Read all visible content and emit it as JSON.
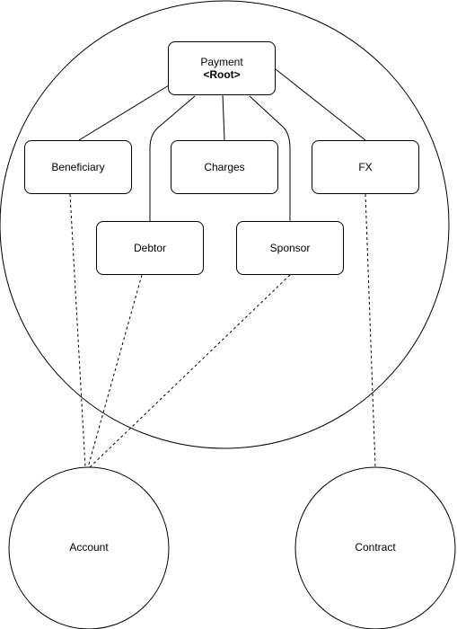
{
  "root": {
    "name": "Payment",
    "stereotype": "<Root>"
  },
  "entities": {
    "beneficiary": "Beneficiary",
    "charges": "Charges",
    "fx": "FX",
    "debtor": "Debtor",
    "sponsor": "Sponsor"
  },
  "external": {
    "account": "Account",
    "contract": "Contract"
  },
  "colors": {
    "stroke": "#000000",
    "background": "#ffffff"
  }
}
